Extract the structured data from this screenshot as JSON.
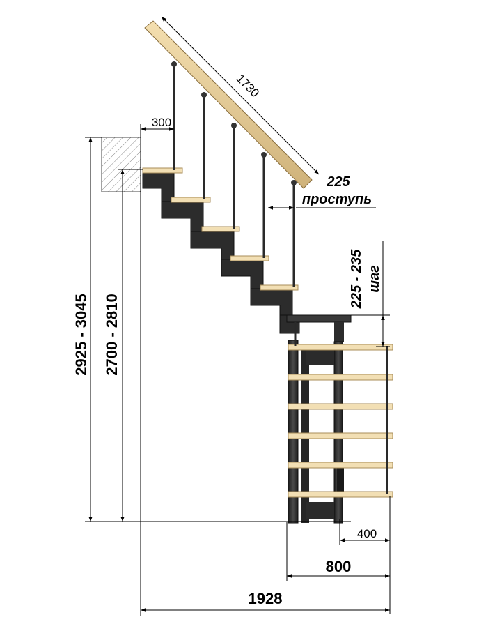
{
  "dimensions": {
    "railing_length": "1730",
    "top_offset": "300",
    "tread_depth_value": "225",
    "tread_depth_label": "проступь",
    "riser_value": "225 - 235",
    "riser_label": "шаг",
    "floor_height_total": "2925 - 3045",
    "floor_height_to_slab": "2700 - 2810",
    "half_width": "400",
    "lower_width": "800",
    "total_length": "1928"
  },
  "colors": {
    "tread_wood": "#f2dfb4",
    "tread_edge": "#c9ae78",
    "handrail_wood": "#e9cf98",
    "metal_frame": "#2b2b2b",
    "slab_hatch": "#7a7a7a",
    "dimension_line": "#000000",
    "background": "#ffffff"
  }
}
